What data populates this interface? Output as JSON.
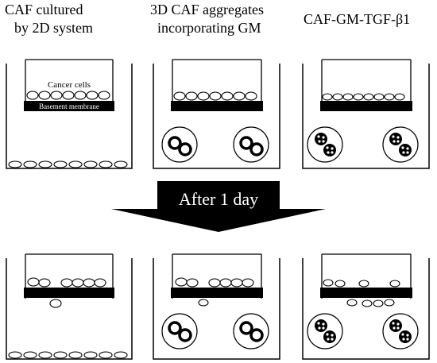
{
  "columns": [
    {
      "title_line1": "CAF cultured",
      "title_line2": "by 2D system"
    },
    {
      "title_line1": "3D CAF aggregates",
      "title_line2": "incorporating GM"
    },
    {
      "title_line1": "CAF-GM-TGF-β1",
      "title_line2": ""
    }
  ],
  "labels": {
    "cancer_cells": "Cancer cells",
    "basement_membrane": "Basement membrane"
  },
  "arrow": {
    "label": "After 1 day"
  },
  "colors": {
    "ink": "#000000",
    "background": "#ffffff"
  }
}
